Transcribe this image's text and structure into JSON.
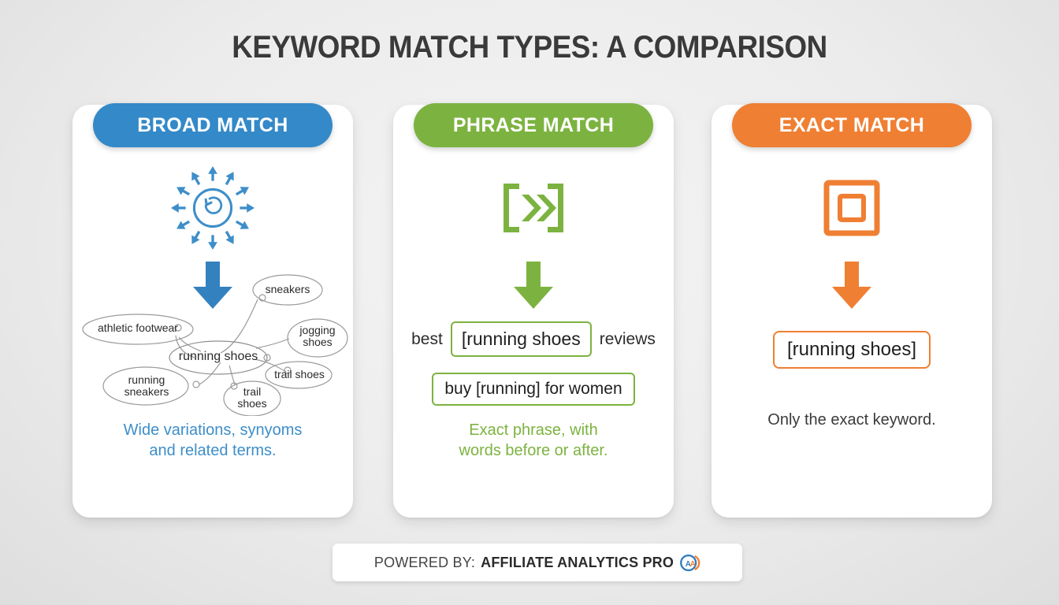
{
  "page": {
    "title": "KEYWORD MATCH TYPES: A COMPARISON",
    "background_color": "#ececec"
  },
  "colors": {
    "broad": "#3489c8",
    "phrase": "#7cb340",
    "exact": "#ef7f33",
    "title_text": "#3a3a3a",
    "body_text": "#2b2b2b",
    "card_bg": "#ffffff"
  },
  "cards": [
    {
      "id": "broad",
      "header": "BROAD MATCH",
      "header_color": "#3489c8",
      "icon": "radiating-sun-arrows-icon",
      "arrow": "down-arrow-icon",
      "caption": "Wide variations, synyoms\nand related terms.",
      "caption_line1": "Wide variations, synyoms",
      "caption_line2": "and related terms.",
      "diagram": {
        "type": "word-cloud",
        "center": "running shoes",
        "nodes": [
          "athletic footwear",
          "sneakers",
          "jogging shoes",
          "trail shoes",
          "trail shoes",
          "running sneakers"
        ]
      }
    },
    {
      "id": "phrase",
      "header": "PHRASE MATCH",
      "header_color": "#7cb340",
      "icon": "bracket-chevrons-icon",
      "arrow": "down-arrow-icon",
      "caption_line1": "Exact phrase, with",
      "caption_line2": "words before or after.",
      "examples": [
        {
          "prefix": "best",
          "highlight": "[running shoes",
          "suffix": "reviews"
        },
        {
          "prefix": "",
          "highlight": "buy [running] for women",
          "suffix": ""
        }
      ]
    },
    {
      "id": "exact",
      "header": "EXACT MATCH",
      "header_color": "#ef7f33",
      "icon": "square-in-square-icon",
      "arrow": "down-arrow-icon",
      "caption": "Only the exact keyword.",
      "examples": [
        {
          "highlight": "[running shoes]"
        }
      ]
    }
  ],
  "footer": {
    "prefix": "POWERED BY:",
    "brand": "AFFILIATE ANALYTICS PRO",
    "logo": "aa-monogram-logo"
  }
}
